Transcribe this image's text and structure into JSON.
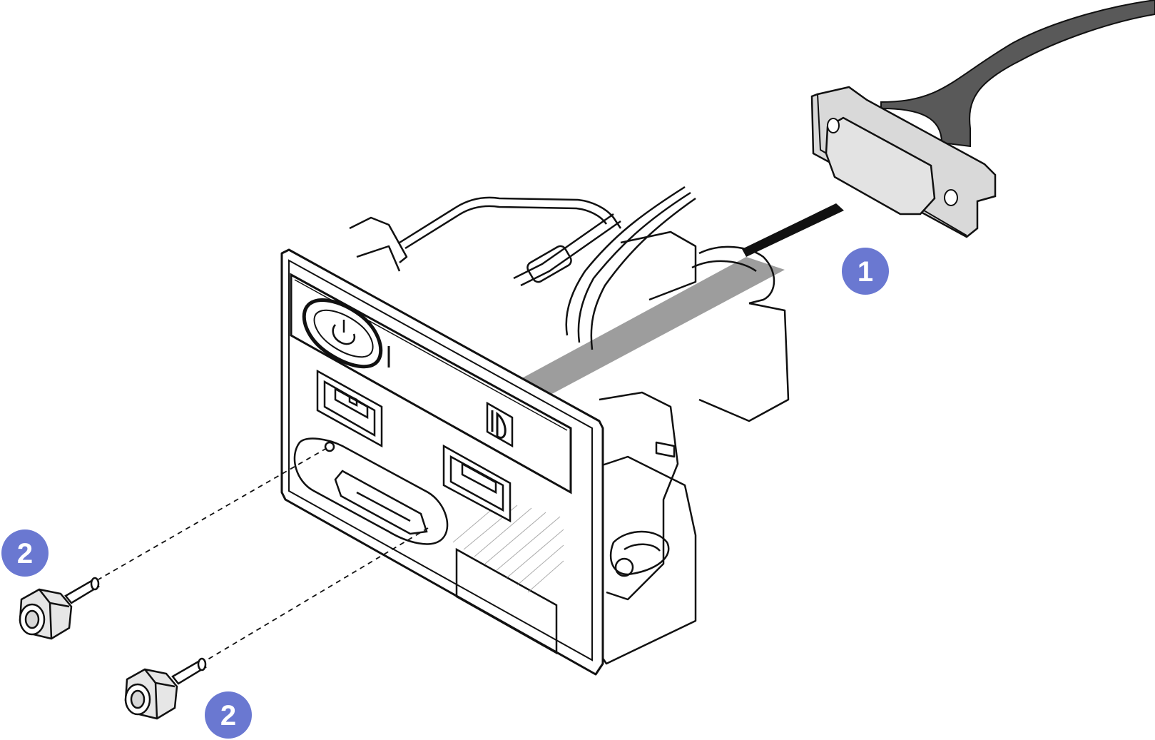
{
  "callouts": [
    {
      "id": "step-1",
      "label": "1"
    },
    {
      "id": "step-2-a",
      "label": "2"
    },
    {
      "id": "step-2-b",
      "label": "2"
    }
  ],
  "icons": [
    "power-button-icon",
    "id-button-icon",
    "usb-port-icon",
    "vga-connector-icon",
    "screw-icon",
    "direction-arrow-icon"
  ],
  "colors": {
    "callout_fill": "#6a78d1",
    "line": "#111111",
    "cable": "#555555",
    "connector_fill": "#dcdcdc",
    "arrow": "#111111",
    "arrow_trail": "#8c8c8c"
  }
}
